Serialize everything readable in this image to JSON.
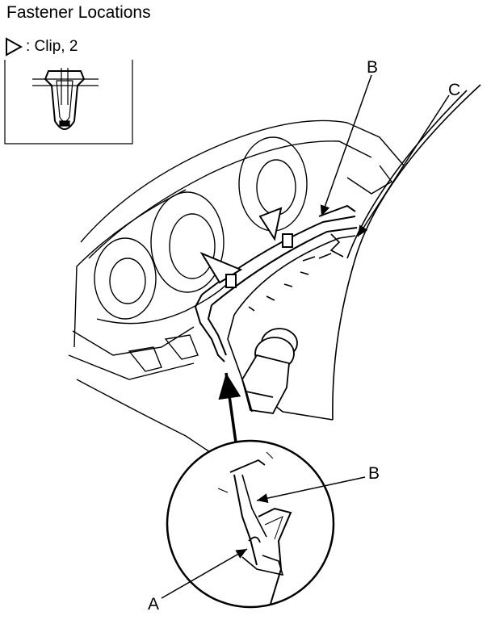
{
  "title": "Fastener Locations",
  "legend": {
    "symbol": "triangle-outline-icon",
    "text": ": Clip, 2"
  },
  "labels": {
    "a": "A",
    "b_top": "B",
    "c": "C",
    "b_detail": "B"
  }
}
